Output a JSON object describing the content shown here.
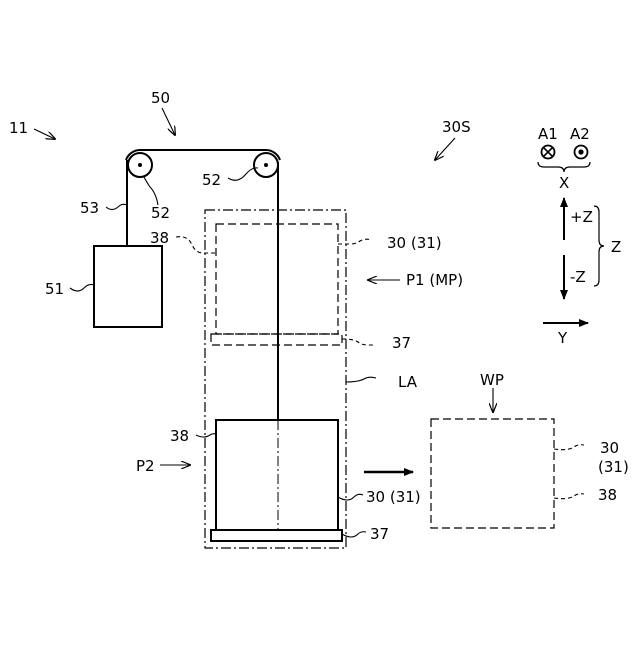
{
  "labels": {
    "system": "11",
    "hoist": "50",
    "space": "30S",
    "pulley_top_right": "52",
    "pulley_top_left": "52",
    "cable": "53",
    "motor": "51",
    "upper_wall": "38",
    "upper_container": "30 (31)",
    "upper_position": "P1 (MP)",
    "upper_plate": "37",
    "lift_area": "LA",
    "work_position": "WP",
    "lower_wall": "38",
    "lower_position": "P2",
    "lower_container": "30 (31)",
    "lower_plate": "37",
    "work_container_line1": "30",
    "work_container_line2": "(31)",
    "work_wall": "38",
    "a1": "A1",
    "a2": "A2",
    "x_axis": "X",
    "plus_z": "+Z",
    "minus_z": "-Z",
    "z_axis": "Z",
    "y_axis": "Y"
  }
}
